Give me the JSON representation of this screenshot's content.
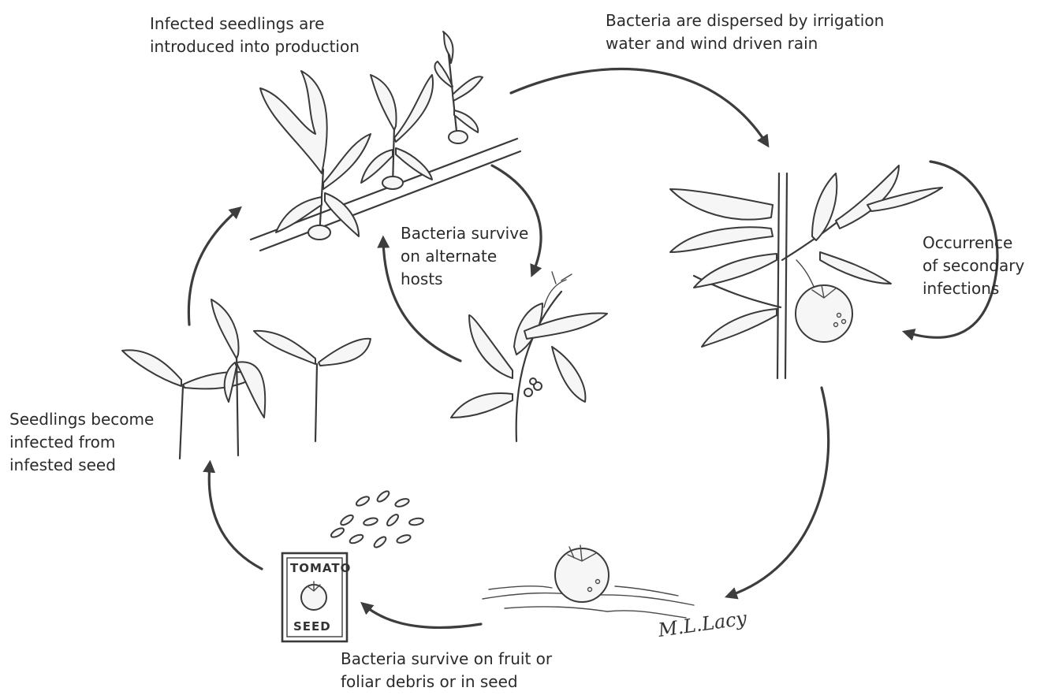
{
  "captions": {
    "infected_seedlings": [
      "Infected seedlings are",
      "introduced into production"
    ],
    "dispersed": [
      "Bacteria are dispersed by irrigation",
      "water and wind driven rain"
    ],
    "alternate_hosts": [
      "Bacteria survive",
      "on alternate",
      "hosts"
    ],
    "secondary": [
      "Occurrence",
      "of secondary",
      "infections"
    ],
    "seed_infection": [
      "Seedlings become",
      "infected from",
      "infested seed"
    ],
    "debris": [
      "Bacteria survive on fruit or",
      "foliar debris or in seed"
    ]
  },
  "seed_packet": {
    "top_label": "TOMATO",
    "bottom_label": "SEED"
  },
  "signature": "M.L.Lacy",
  "colors": {
    "ink": "#3a3a3a",
    "background": "#ffffff"
  }
}
